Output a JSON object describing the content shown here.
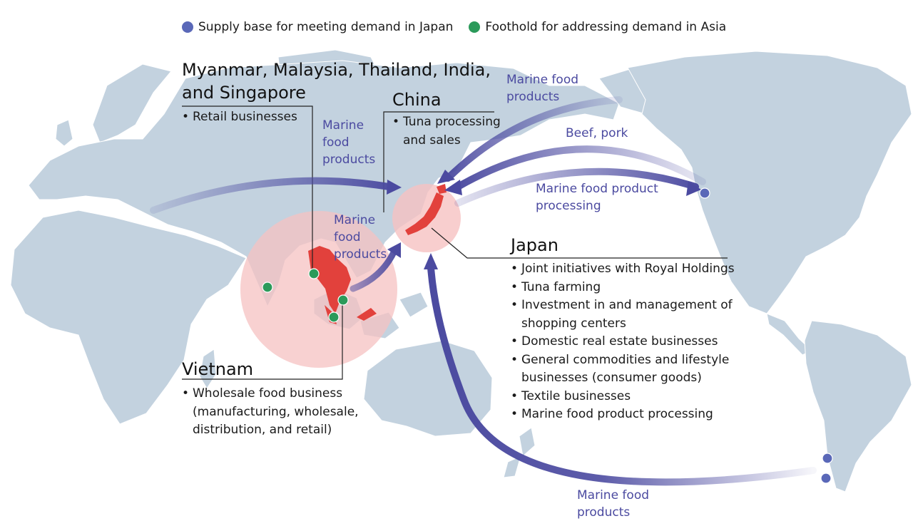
{
  "legend": {
    "japan_supply_label": "Supply base for meeting demand in Japan",
    "asia_foothold_label": "Foothold for addressing demand in Asia",
    "japan_supply_color": "#5a68b8",
    "asia_foothold_color": "#2b9a5a"
  },
  "regions": {
    "msti": {
      "title_line1": "Myanmar, Malaysia, Thailand, India,",
      "title_line2": "and Singapore",
      "items": [
        "Retail businesses"
      ]
    },
    "china": {
      "title": "China",
      "item_line1": "Tuna processing",
      "item_line2": "and sales"
    },
    "japan": {
      "title": "Japan",
      "items": [
        "Joint initiatives with Royal Holdings",
        "Tuna farming",
        "Investment in and management of",
        "shopping centers",
        "Domestic real estate businesses",
        "General commodities and lifestyle",
        "businesses (consumer goods)",
        "Textile businesses",
        "Marine food product processing"
      ]
    },
    "vietnam": {
      "title": "Vietnam",
      "items": [
        "Wholesale food business",
        "(manufacturing, wholesale,",
        "distribution, and retail)"
      ]
    }
  },
  "flows": {
    "west_marine": [
      "Marine",
      "food",
      "products"
    ],
    "sea_marine": [
      "Marine",
      "food",
      "products"
    ],
    "alaska_marine": [
      "Marine food",
      "products"
    ],
    "beef_pork": [
      "Beef, pork"
    ],
    "us_processing": [
      "Marine food product",
      "processing"
    ],
    "south_america_marine": [
      "Marine food",
      "products"
    ]
  },
  "colors": {
    "land": "#c3d2df",
    "arrow": "#4b4aa0",
    "japan_highlight": "#e2413c",
    "halo": "#f6c2c2"
  }
}
